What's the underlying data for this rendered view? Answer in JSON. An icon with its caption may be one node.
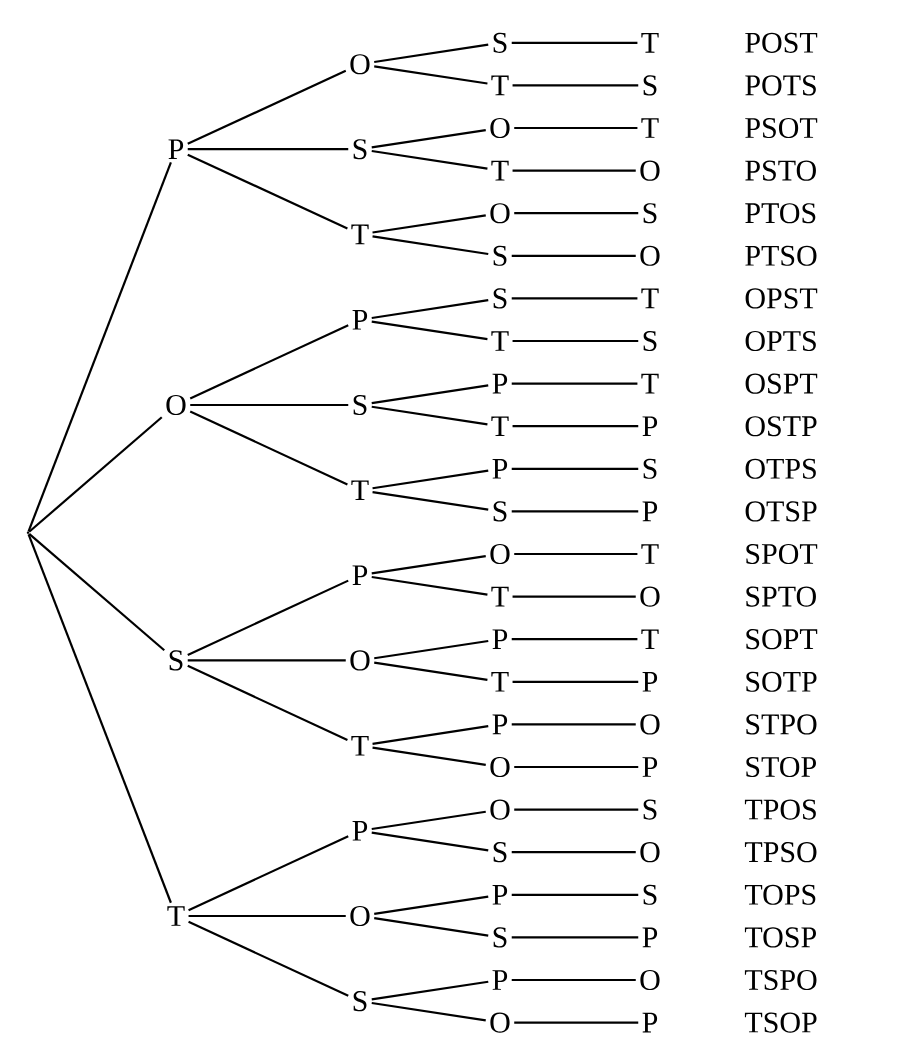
{
  "diagram": {
    "nodes": [
      {
        "text": [],
        "shape": "point"
      },
      {
        "text": [
          "P"
        ]
      },
      {
        "text": [
          "O"
        ]
      },
      {
        "text": [
          "S"
        ]
      },
      {
        "text": [
          "T"
        ]
      },
      {
        "text": [
          "O"
        ]
      },
      {
        "text": [
          "S"
        ]
      },
      {
        "text": [
          "T"
        ]
      },
      {
        "text": [
          "P"
        ]
      },
      {
        "text": [
          "S"
        ]
      },
      {
        "text": [
          "T"
        ]
      },
      {
        "text": [
          "P"
        ]
      },
      {
        "text": [
          "O"
        ]
      },
      {
        "text": [
          "T"
        ]
      },
      {
        "text": [
          "P"
        ]
      },
      {
        "text": [
          "O"
        ]
      },
      {
        "text": [
          "S"
        ]
      },
      {
        "text": [
          "S"
        ]
      },
      {
        "text": [
          "T"
        ]
      },
      {
        "text": [
          "O"
        ]
      },
      {
        "text": [
          "T"
        ]
      },
      {
        "text": [
          "O"
        ]
      },
      {
        "text": [
          "S"
        ]
      },
      {
        "text": [
          "S"
        ]
      },
      {
        "text": [
          "T"
        ]
      },
      {
        "text": [
          "P"
        ]
      },
      {
        "text": [
          "T"
        ]
      },
      {
        "text": [
          "P"
        ]
      },
      {
        "text": [
          "S"
        ]
      },
      {
        "text": [
          "O"
        ]
      },
      {
        "text": [
          "T"
        ]
      },
      {
        "text": [
          "P"
        ]
      },
      {
        "text": [
          "T"
        ]
      },
      {
        "text": [
          "P"
        ]
      },
      {
        "text": [
          "O"
        ]
      },
      {
        "text": [
          "O"
        ]
      },
      {
        "text": [
          "S"
        ]
      },
      {
        "text": [
          "P"
        ]
      },
      {
        "text": [
          "S"
        ]
      },
      {
        "text": [
          "P"
        ]
      },
      {
        "text": [
          "O"
        ]
      },
      {
        "text": [
          "T"
        ],
        "beside": [
          "POST"
        ]
      },
      {
        "text": [
          "S"
        ],
        "beside": [
          "POTS"
        ]
      },
      {
        "text": [
          "T"
        ],
        "beside": [
          "PSOT"
        ]
      },
      {
        "text": [
          "O"
        ],
        "beside": [
          "PSTO"
        ]
      },
      {
        "text": [
          "S"
        ],
        "beside": [
          "PTOS"
        ]
      },
      {
        "text": [
          "O"
        ],
        "beside": [
          "PTSO"
        ]
      },
      {
        "text": [
          "T"
        ],
        "beside": [
          "OPST"
        ]
      },
      {
        "text": [
          "S"
        ],
        "beside": [
          "OPTS"
        ]
      },
      {
        "text": [
          "T"
        ],
        "beside": [
          "OSPT"
        ]
      },
      {
        "text": [
          "P"
        ],
        "beside": [
          "OSTP"
        ]
      },
      {
        "text": [
          "S"
        ],
        "beside": [
          "OTPS"
        ]
      },
      {
        "text": [
          "P"
        ],
        "beside": [
          "OTSP"
        ]
      },
      {
        "text": [
          "T"
        ],
        "beside": [
          "SPOT"
        ]
      },
      {
        "text": [
          "O"
        ],
        "beside": [
          "SPTO"
        ]
      },
      {
        "text": [
          "T"
        ],
        "beside": [
          "SOPT"
        ]
      },
      {
        "text": [
          "P"
        ],
        "beside": [
          "SOTP"
        ]
      },
      {
        "text": [
          "O"
        ],
        "beside": [
          "STPO"
        ]
      },
      {
        "text": [
          "P"
        ],
        "beside": [
          "STOP"
        ]
      },
      {
        "text": [
          "S"
        ],
        "beside": [
          "TPOS"
        ]
      },
      {
        "text": [
          "O"
        ],
        "beside": [
          "TPSO"
        ]
      },
      {
        "text": [
          "S"
        ],
        "beside": [
          "TOPS"
        ]
      },
      {
        "text": [
          "P"
        ],
        "beside": [
          "TOSP"
        ]
      },
      {
        "text": [
          "O"
        ],
        "beside": [
          "TSPO"
        ]
      },
      {
        "text": [
          "P"
        ],
        "beside": [
          "TSOP"
        ]
      }
    ],
    "edges": [
      {
        "from": 0,
        "to": 1,
        "arrow": "none"
      },
      {
        "from": 0,
        "to": 2,
        "arrow": "none"
      },
      {
        "from": 0,
        "to": 3,
        "arrow": "none"
      },
      {
        "from": 0,
        "to": 4,
        "arrow": "none"
      },
      {
        "from": 1,
        "to": 5,
        "arrow": "none"
      },
      {
        "from": 1,
        "to": 6,
        "arrow": "none"
      },
      {
        "from": 1,
        "to": 7,
        "arrow": "none"
      },
      {
        "from": 2,
        "to": 8,
        "arrow": "none"
      },
      {
        "from": 2,
        "to": 9,
        "arrow": "none"
      },
      {
        "from": 2,
        "to": 10,
        "arrow": "none"
      },
      {
        "from": 3,
        "to": 11,
        "arrow": "none"
      },
      {
        "from": 3,
        "to": 12,
        "arrow": "none"
      },
      {
        "from": 3,
        "to": 13,
        "arrow": "none"
      },
      {
        "from": 4,
        "to": 14,
        "arrow": "none"
      },
      {
        "from": 4,
        "to": 15,
        "arrow": "none"
      },
      {
        "from": 4,
        "to": 16,
        "arrow": "none"
      },
      {
        "from": 5,
        "to": 17,
        "arrow": "none"
      },
      {
        "from": 5,
        "to": 18,
        "arrow": "none"
      },
      {
        "from": 6,
        "to": 19,
        "arrow": "none"
      },
      {
        "from": 6,
        "to": 20,
        "arrow": "none"
      },
      {
        "from": 7,
        "to": 21,
        "arrow": "none"
      },
      {
        "from": 7,
        "to": 22,
        "arrow": "none"
      },
      {
        "from": 8,
        "to": 23,
        "arrow": "none"
      },
      {
        "from": 8,
        "to": 24,
        "arrow": "none"
      },
      {
        "from": 9,
        "to": 25,
        "arrow": "none"
      },
      {
        "from": 9,
        "to": 26,
        "arrow": "none"
      },
      {
        "from": 10,
        "to": 27,
        "arrow": "none"
      },
      {
        "from": 10,
        "to": 28,
        "arrow": "none"
      },
      {
        "from": 11,
        "to": 29,
        "arrow": "none"
      },
      {
        "from": 11,
        "to": 30,
        "arrow": "none"
      },
      {
        "from": 12,
        "to": 31,
        "arrow": "none"
      },
      {
        "from": 12,
        "to": 32,
        "arrow": "none"
      },
      {
        "from": 13,
        "to": 33,
        "arrow": "none"
      },
      {
        "from": 13,
        "to": 34,
        "arrow": "none"
      },
      {
        "from": 14,
        "to": 35,
        "arrow": "none"
      },
      {
        "from": 14,
        "to": 36,
        "arrow": "none"
      },
      {
        "from": 15,
        "to": 37,
        "arrow": "none"
      },
      {
        "from": 15,
        "to": 38,
        "arrow": "none"
      },
      {
        "from": 16,
        "to": 39,
        "arrow": "none"
      },
      {
        "from": 16,
        "to": 40,
        "arrow": "none"
      },
      {
        "from": 17,
        "to": 41,
        "arrow": "none"
      },
      {
        "from": 18,
        "to": 42,
        "arrow": "none"
      },
      {
        "from": 19,
        "to": 43,
        "arrow": "none"
      },
      {
        "from": 20,
        "to": 44,
        "arrow": "none"
      },
      {
        "from": 21,
        "to": 45,
        "arrow": "none"
      },
      {
        "from": 22,
        "to": 46,
        "arrow": "none"
      },
      {
        "from": 23,
        "to": 47,
        "arrow": "none"
      },
      {
        "from": 24,
        "to": 48,
        "arrow": "none"
      },
      {
        "from": 25,
        "to": 49,
        "arrow": "none"
      },
      {
        "from": 26,
        "to": 50,
        "arrow": "none"
      },
      {
        "from": 27,
        "to": 51,
        "arrow": "none"
      },
      {
        "from": 28,
        "to": 52,
        "arrow": "none"
      },
      {
        "from": 29,
        "to": 53,
        "arrow": "none"
      },
      {
        "from": 30,
        "to": 54,
        "arrow": "none"
      },
      {
        "from": 31,
        "to": 55,
        "arrow": "none"
      },
      {
        "from": 32,
        "to": 56,
        "arrow": "none"
      },
      {
        "from": 33,
        "to": 57,
        "arrow": "none"
      },
      {
        "from": 34,
        "to": 58,
        "arrow": "none"
      },
      {
        "from": 35,
        "to": 59,
        "arrow": "none"
      },
      {
        "from": 36,
        "to": 60,
        "arrow": "none"
      },
      {
        "from": 37,
        "to": 61,
        "arrow": "none"
      },
      {
        "from": 38,
        "to": 62,
        "arrow": "none"
      },
      {
        "from": 39,
        "to": 63,
        "arrow": "none"
      },
      {
        "from": 40,
        "to": 64,
        "arrow": "none"
      }
    ]
  }
}
